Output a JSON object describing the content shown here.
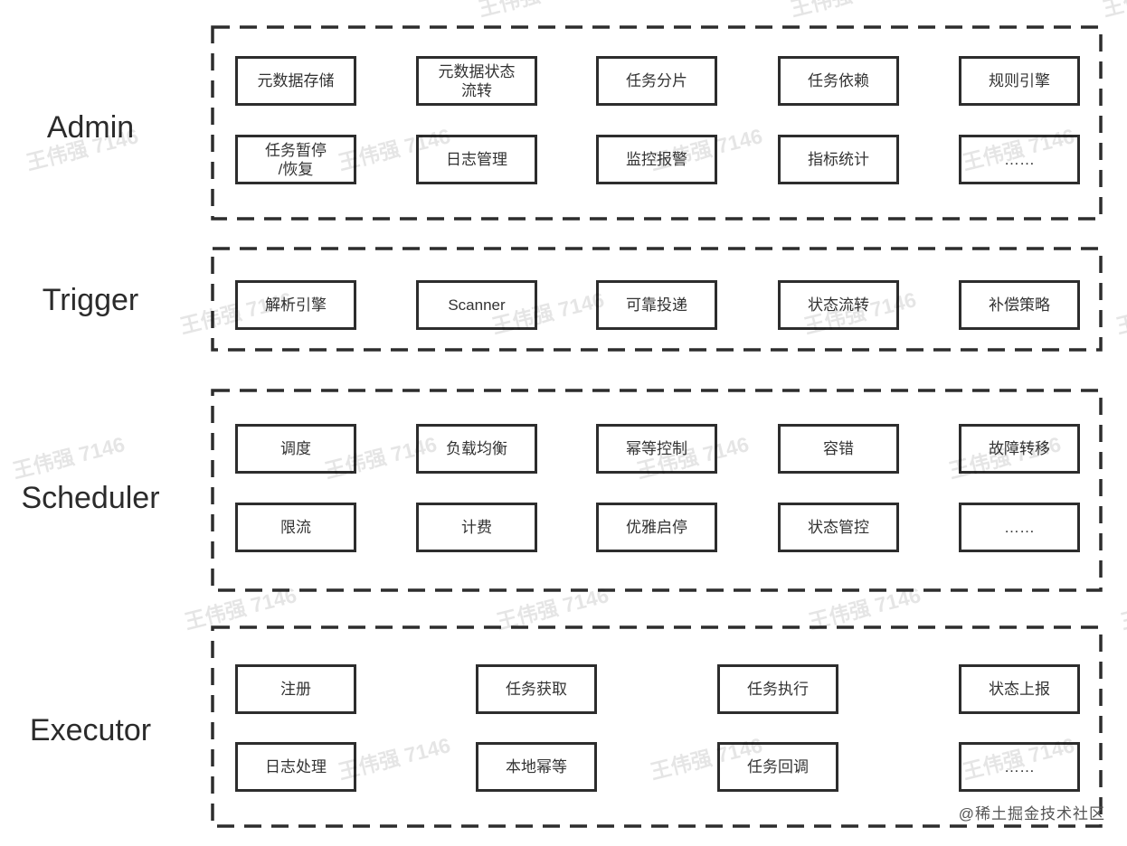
{
  "palette": {
    "line": "#2d2d2d",
    "box_text": "#333333",
    "label_text": "#2b2b2b",
    "footer_text": "#555555",
    "background": "#ffffff"
  },
  "watermark": {
    "text": "王伟强 7146"
  },
  "footer": {
    "credit": "@稀土掘金技术社区"
  },
  "diagram": {
    "sections": [
      {
        "label": "Admin",
        "rows": [
          [
            "元数据存储",
            "元数据状态\n流转",
            "任务分片",
            "任务依赖",
            "规则引擎"
          ],
          [
            "任务暂停\n/恢复",
            "日志管理",
            "监控报警",
            "指标统计",
            "……"
          ]
        ]
      },
      {
        "label": "Trigger",
        "rows": [
          [
            "解析引擎",
            "Scanner",
            "可靠投递",
            "状态流转",
            "补偿策略"
          ]
        ]
      },
      {
        "label": "Scheduler",
        "rows": [
          [
            "调度",
            "负载均衡",
            "幂等控制",
            "容错",
            "故障转移"
          ],
          [
            "限流",
            "计费",
            "优雅启停",
            "状态管控",
            "……"
          ]
        ]
      },
      {
        "label": "Executor",
        "rows": [
          [
            "注册",
            "任务获取",
            "任务执行",
            "状态上报"
          ],
          [
            "日志处理",
            "本地幂等",
            "任务回调",
            "……"
          ]
        ]
      }
    ]
  }
}
